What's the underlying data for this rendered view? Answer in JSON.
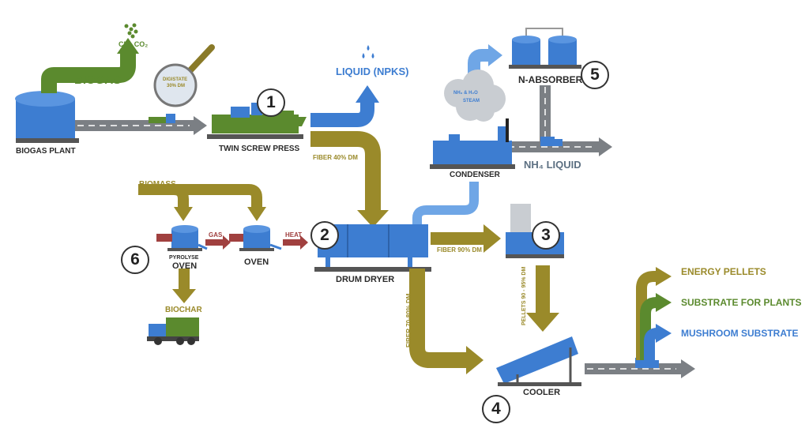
{
  "units": {
    "biogas_plant": "BIOGAS PLANT",
    "twin_screw_press": "TWIN SCREW PRESS",
    "drum_dryer": "DRUM DRYER",
    "condenser": "CONDENSER",
    "n_absorber": "N-ABSORBER",
    "cooler": "COOLER",
    "pyrolyse": "PYROLYSE",
    "oven_1": "OVEN",
    "oven_2": "OVEN"
  },
  "flows": {
    "biogas": "BIOGAS",
    "ch4_co2": "CH₄ CO₂",
    "digestate_1": "DIGISTATE",
    "digestate_2": "30% DM",
    "liquid_npks": "LIQUID (NPKS)",
    "fiber_40": "FIBER 40% DM",
    "steam_1": "NH₃ & H₂O",
    "steam_2": "STEAM",
    "nh4_liquid": "NH₄ LIQUID",
    "biomass": "BIOMASS",
    "gas": "GAS",
    "heat": "HEAT",
    "fiber_90": "FIBER 90% DM",
    "pellets": "PELLETS 90 - 95% DM",
    "fiber_70_80": "FIBER 70-80% DM",
    "biochar": "BIOCHAR"
  },
  "outputs": [
    {
      "label": "ENERGY PELLETS",
      "color": "#9a8a2a"
    },
    {
      "label": "SUBSTRATE FOR PLANTS",
      "color": "#5b8a2e"
    },
    {
      "label": "MUSHROOM SUBSTRATE",
      "color": "#3d7dd1"
    }
  ],
  "steps": [
    "1",
    "2",
    "3",
    "4",
    "5",
    "6"
  ],
  "colors": {
    "blue": "#3d7dd1",
    "light_blue": "#6fa6e6",
    "olive": "#9a8a2a",
    "green": "#5b8a2e",
    "red": "#a0403f",
    "road": "#7b7f84"
  }
}
